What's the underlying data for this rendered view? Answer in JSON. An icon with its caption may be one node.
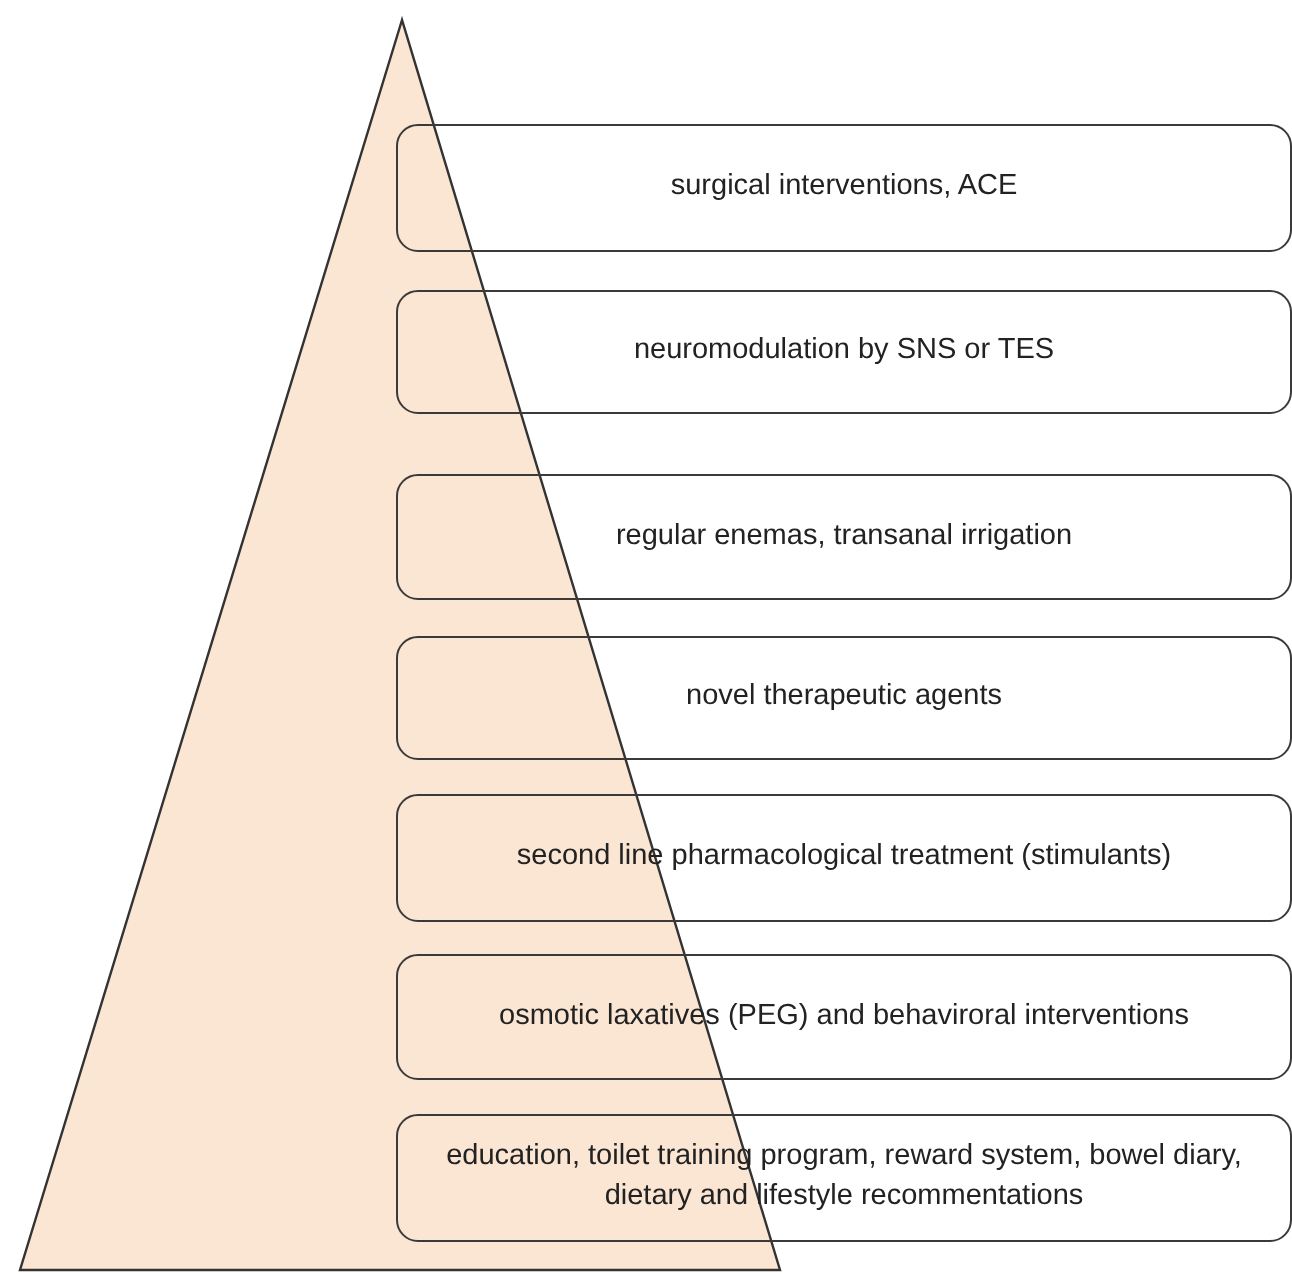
{
  "diagram": {
    "nodes": [
      {
        "text": [
          "surgical interventions, ACE"
        ]
      },
      {
        "text": [
          "neuromodulation by SNS or TES"
        ]
      },
      {
        "text": [
          "regular enemas, transanal irrigation"
        ]
      },
      {
        "text": [
          "novel therapeutic agents"
        ]
      },
      {
        "text": [
          "second line pharmacological treatment (stimulants)"
        ]
      },
      {
        "text": [
          "osmotic laxatives (PEG) and behaviroral interventions"
        ]
      },
      {
        "text": [
          "education, toilet training program, reward system, bowel diary, dietary and lifestyle recommentations"
        ]
      }
    ]
  }
}
